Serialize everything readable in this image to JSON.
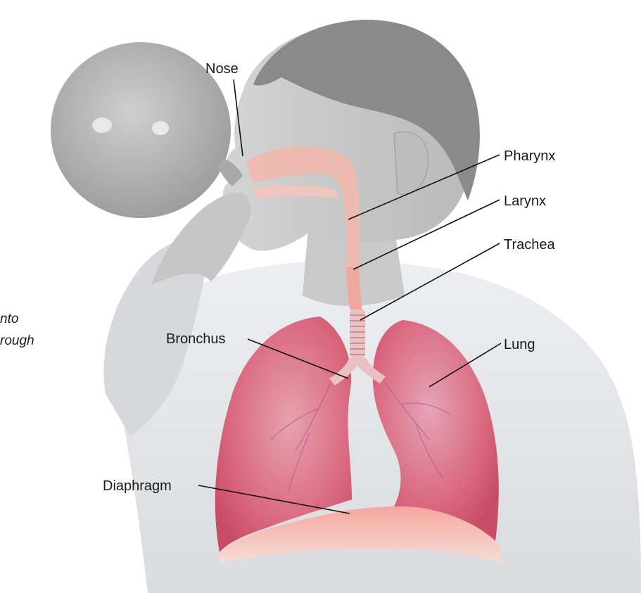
{
  "labels": {
    "nose": "Nose",
    "pharynx": "Pharynx",
    "larynx": "Larynx",
    "trachea": "Trachea",
    "bronchus": "Bronchus",
    "lung": "Lung",
    "diaphragm": "Diaphragm"
  },
  "cut_text": {
    "line1": "nto",
    "line2": "rough"
  },
  "colors": {
    "lung": "#d95a72",
    "airway": "#f1b7ad",
    "diaphragm": "#f08f8c",
    "figure": "#b8b8b8",
    "shirt": "#e4e6e9"
  }
}
